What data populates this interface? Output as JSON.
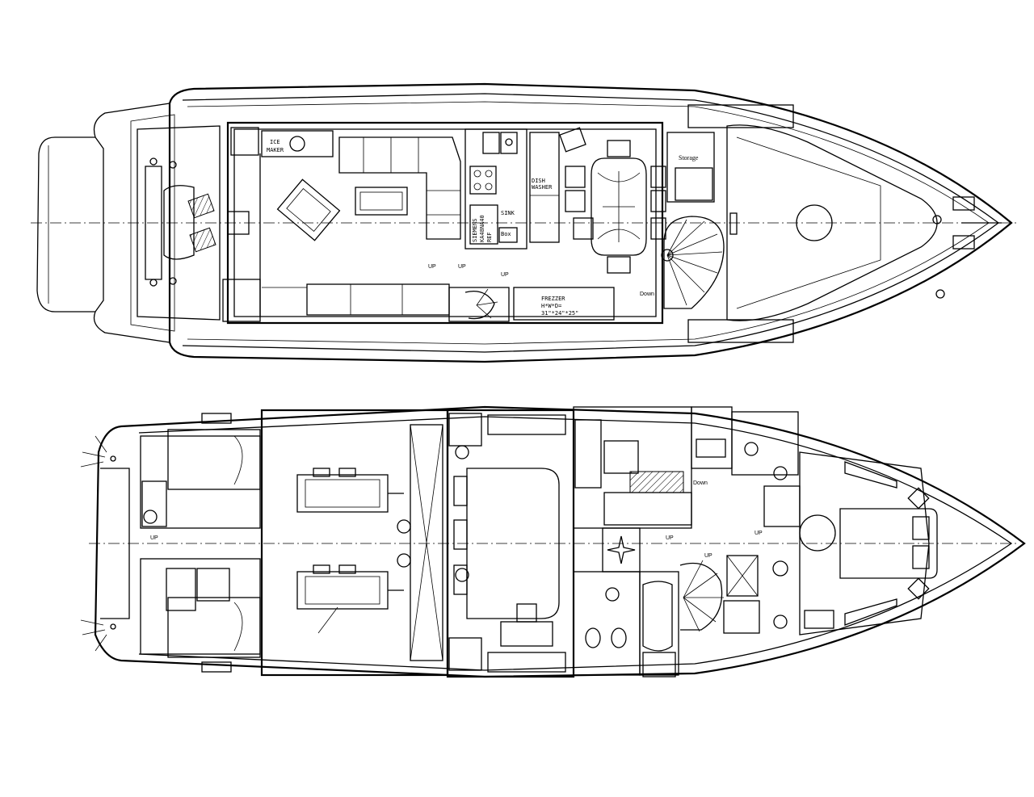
{
  "labels": {
    "ice_maker_1": "ICE",
    "ice_maker_2": "MAKER",
    "storage": "Storage",
    "dishwasher_1": "DISH",
    "dishwasher_2": "WASHER",
    "sink": "SINK",
    "box": "Box",
    "fridge_1": "SIEMENS",
    "fridge_2": "KA48NA40",
    "fridge_3": "REF",
    "freezer_1": "FREZZER",
    "freezer_2": "H*W*D=",
    "freezer_3": "31\"*24\"*25\"",
    "up_a": "UP",
    "up_b": "UP",
    "up_c": "UP",
    "down_upper": "Down",
    "up_lower_aft": "UP",
    "up_lower_mid": "UP",
    "up_lower_stair": "UP",
    "up_lower_fwd": "UP",
    "down_lower": "Down"
  }
}
